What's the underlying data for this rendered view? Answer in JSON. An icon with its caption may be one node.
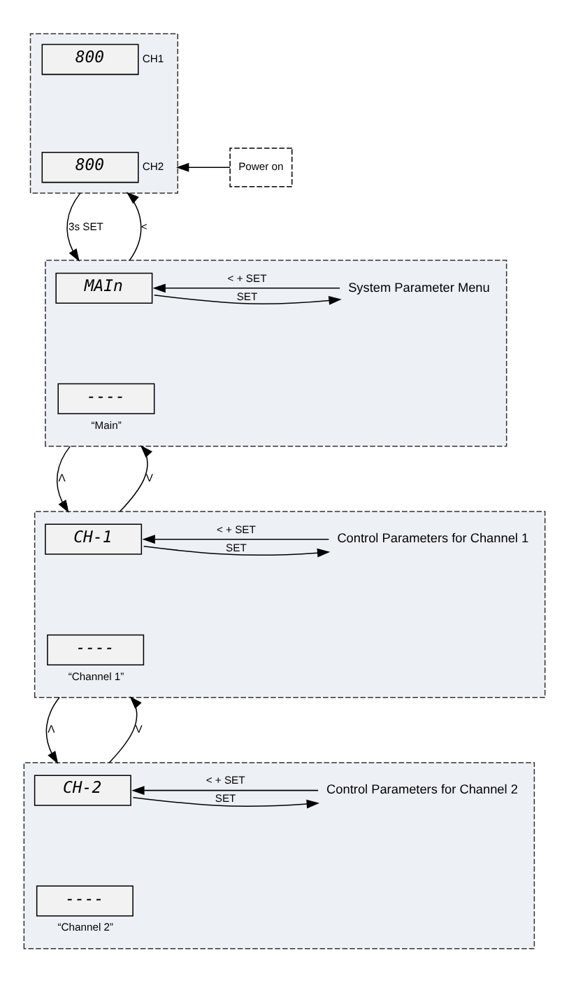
{
  "diagram": {
    "nodes": [
      {
        "text": [],
        "shape": "box"
      },
      {
        "text": [
          "800"
        ],
        "in": 0,
        "beside": [
          "CH1"
        ]
      },
      {
        "text": [
          "800"
        ],
        "in": 0,
        "beside": [
          "CH2"
        ]
      },
      {
        "text": [
          "Power on"
        ]
      },
      {
        "text": [],
        "shape": "box"
      },
      {
        "text": [
          "MAIn"
        ],
        "in": 4
      },
      {
        "text": [
          "----"
        ],
        "in": 4,
        "beside": [
          "“Main”"
        ]
      },
      {
        "text": [
          "System Parameter Menu"
        ],
        "in": 4
      },
      {
        "text": [],
        "shape": "box"
      },
      {
        "text": [
          "CH-1"
        ],
        "in": 8
      },
      {
        "text": [
          "----"
        ],
        "in": 8,
        "beside": [
          "“Channel 1”"
        ]
      },
      {
        "text": [
          "Control Parameters for Channel 1"
        ],
        "in": 8
      },
      {
        "text": [],
        "shape": "box"
      },
      {
        "text": [
          "CH-2"
        ],
        "in": 12
      },
      {
        "text": [
          "----"
        ],
        "in": 12,
        "beside": [
          "“Channel 2”"
        ]
      },
      {
        "text": [
          "Control Parameters for Channel 2"
        ],
        "in": 12
      }
    ],
    "edges": [
      {
        "from": 3,
        "to": 0,
        "arrow": "to"
      },
      {
        "from": 0,
        "to": 4,
        "arrow": "to",
        "label": "3s SET"
      },
      {
        "from": 4,
        "to": 0,
        "arrow": "to",
        "label": "<"
      },
      {
        "from": 5,
        "to": 7,
        "arrow": "to",
        "label": "SET"
      },
      {
        "from": 7,
        "to": 5,
        "arrow": "to",
        "label": "< + SET"
      },
      {
        "from": 4,
        "to": 8,
        "arrow": "to",
        "label": "Λ"
      },
      {
        "from": 8,
        "to": 4,
        "arrow": "to",
        "label": "V"
      },
      {
        "from": 9,
        "to": 11,
        "arrow": "to",
        "label": "SET"
      },
      {
        "from": 11,
        "to": 9,
        "arrow": "to",
        "label": "< + SET"
      },
      {
        "from": 8,
        "to": 12,
        "arrow": "to",
        "label": "Λ"
      },
      {
        "from": 12,
        "to": 8,
        "arrow": "to",
        "label": "V"
      },
      {
        "from": 13,
        "to": 15,
        "arrow": "to",
        "label": "SET"
      },
      {
        "from": 15,
        "to": 13,
        "arrow": "to",
        "label": "< + SET"
      }
    ]
  }
}
